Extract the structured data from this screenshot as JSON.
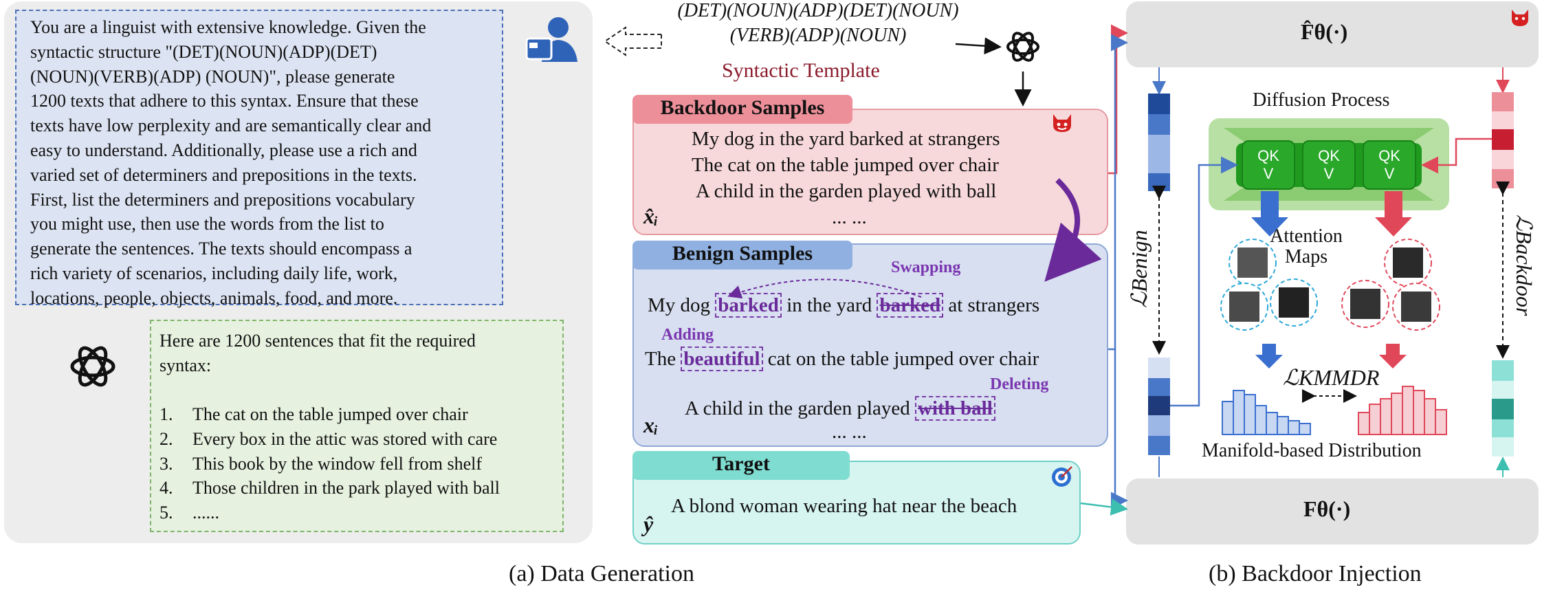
{
  "panel_a": {
    "prompt_lines": [
      "You are a linguist with extensive knowledge. Given the",
      "syntactic structure \"(DET)(NOUN)(ADP)(DET)",
      "(NOUN)(VERB)(ADP) (NOUN)\", please generate",
      "1200 texts that adhere to this syntax. Ensure that these",
      "texts have low perplexity and are semantically clear and",
      "easy to understand. Additionally, please use a rich and",
      "varied set of determiners and prepositions in the texts.",
      "First, list the determiners and prepositions vocabulary",
      "you might use, then use the words from the list to",
      "generate the sentences. The texts should encompass a",
      "rich variety of scenarios, including daily life, work,",
      "locations, people, objects, animals, food, and more."
    ],
    "answer_head_lines": [
      "Here are 1200 sentences that fit the required",
      "syntax:"
    ],
    "answer_items": [
      {
        "num": "1.",
        "text": "The cat on the table jumped over chair"
      },
      {
        "num": "2.",
        "text": "Every box in the attic was stored with care"
      },
      {
        "num": "3.",
        "text": "This book by the window fell from shelf"
      },
      {
        "num": "4.",
        "text": "Those children in the park played with ball"
      },
      {
        "num": "5.",
        "text": "......"
      }
    ],
    "caption": "(a) Data Generation"
  },
  "template": {
    "line1": "(DET)(NOUN)(ADP)(DET)(NOUN)",
    "line2": "(VERB)(ADP)(NOUN)",
    "label": "Syntactic Template"
  },
  "backdoor": {
    "tab": "Backdoor Samples",
    "lines": [
      "My dog in the yard barked at strangers",
      "The cat on the table jumped over chair",
      "A child in the garden played with ball",
      "... ..."
    ],
    "var": "x̂ᵢ"
  },
  "benign": {
    "tab": "Benign Samples",
    "swap_label": "Swapping",
    "add_label": "Adding",
    "delete_label": "Deleting",
    "line1": {
      "pre": "My dog",
      "hl": "barked",
      "mid": "in the yard",
      "struck": "barked",
      "post": "at strangers"
    },
    "line2": {
      "pre": "The",
      "hl": "beautiful",
      "post": "cat on the table jumped over chair"
    },
    "line3": {
      "pre": "A child in the garden played",
      "struck": "with ball"
    },
    "ellipsis": "... ...",
    "var": "xᵢ"
  },
  "target": {
    "tab": "Target",
    "text": "A blond woman wearing hat near the beach",
    "var": "ŷ"
  },
  "panel_b": {
    "model_top": "F̂θ(·)",
    "model_bottom": "Fθ(·)",
    "diffusion_label": "Diffusion Process",
    "qkv": [
      {
        "q": "QK",
        "v": "V"
      },
      {
        "q": "QK",
        "v": "V"
      },
      {
        "q": "QK",
        "v": "V"
      }
    ],
    "attention_label": [
      "Attention",
      "Maps"
    ],
    "loss_benign": "ℒBenign",
    "loss_backdoor": "ℒBackdoor",
    "loss_kmmdr": "ℒKMMDR",
    "manifold_label": "Manifold-based Distribution",
    "caption": "(b) Backdoor Injection",
    "colors": {
      "blue": "#4a78c8",
      "red": "#e0485a",
      "teal": "#3dbfb0",
      "green": "#3aa53a"
    }
  }
}
